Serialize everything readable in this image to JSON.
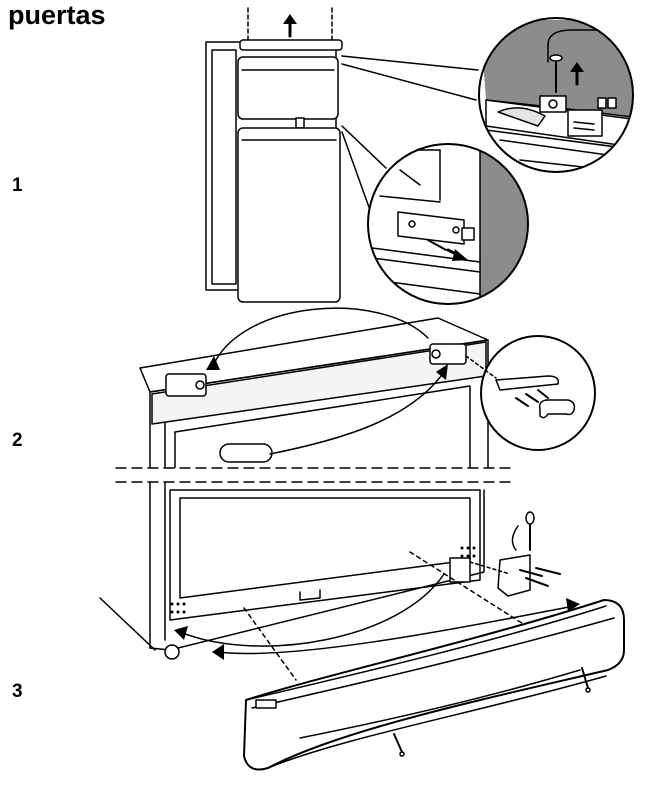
{
  "page": {
    "title": "puertas"
  },
  "steps": [
    {
      "number": "1"
    },
    {
      "number": "2"
    },
    {
      "number": "3"
    }
  ],
  "colors": {
    "line": "#000000",
    "background": "#ffffff",
    "wall_shade": "#8c8c8c",
    "panel_fill": "#f4f4f4"
  }
}
